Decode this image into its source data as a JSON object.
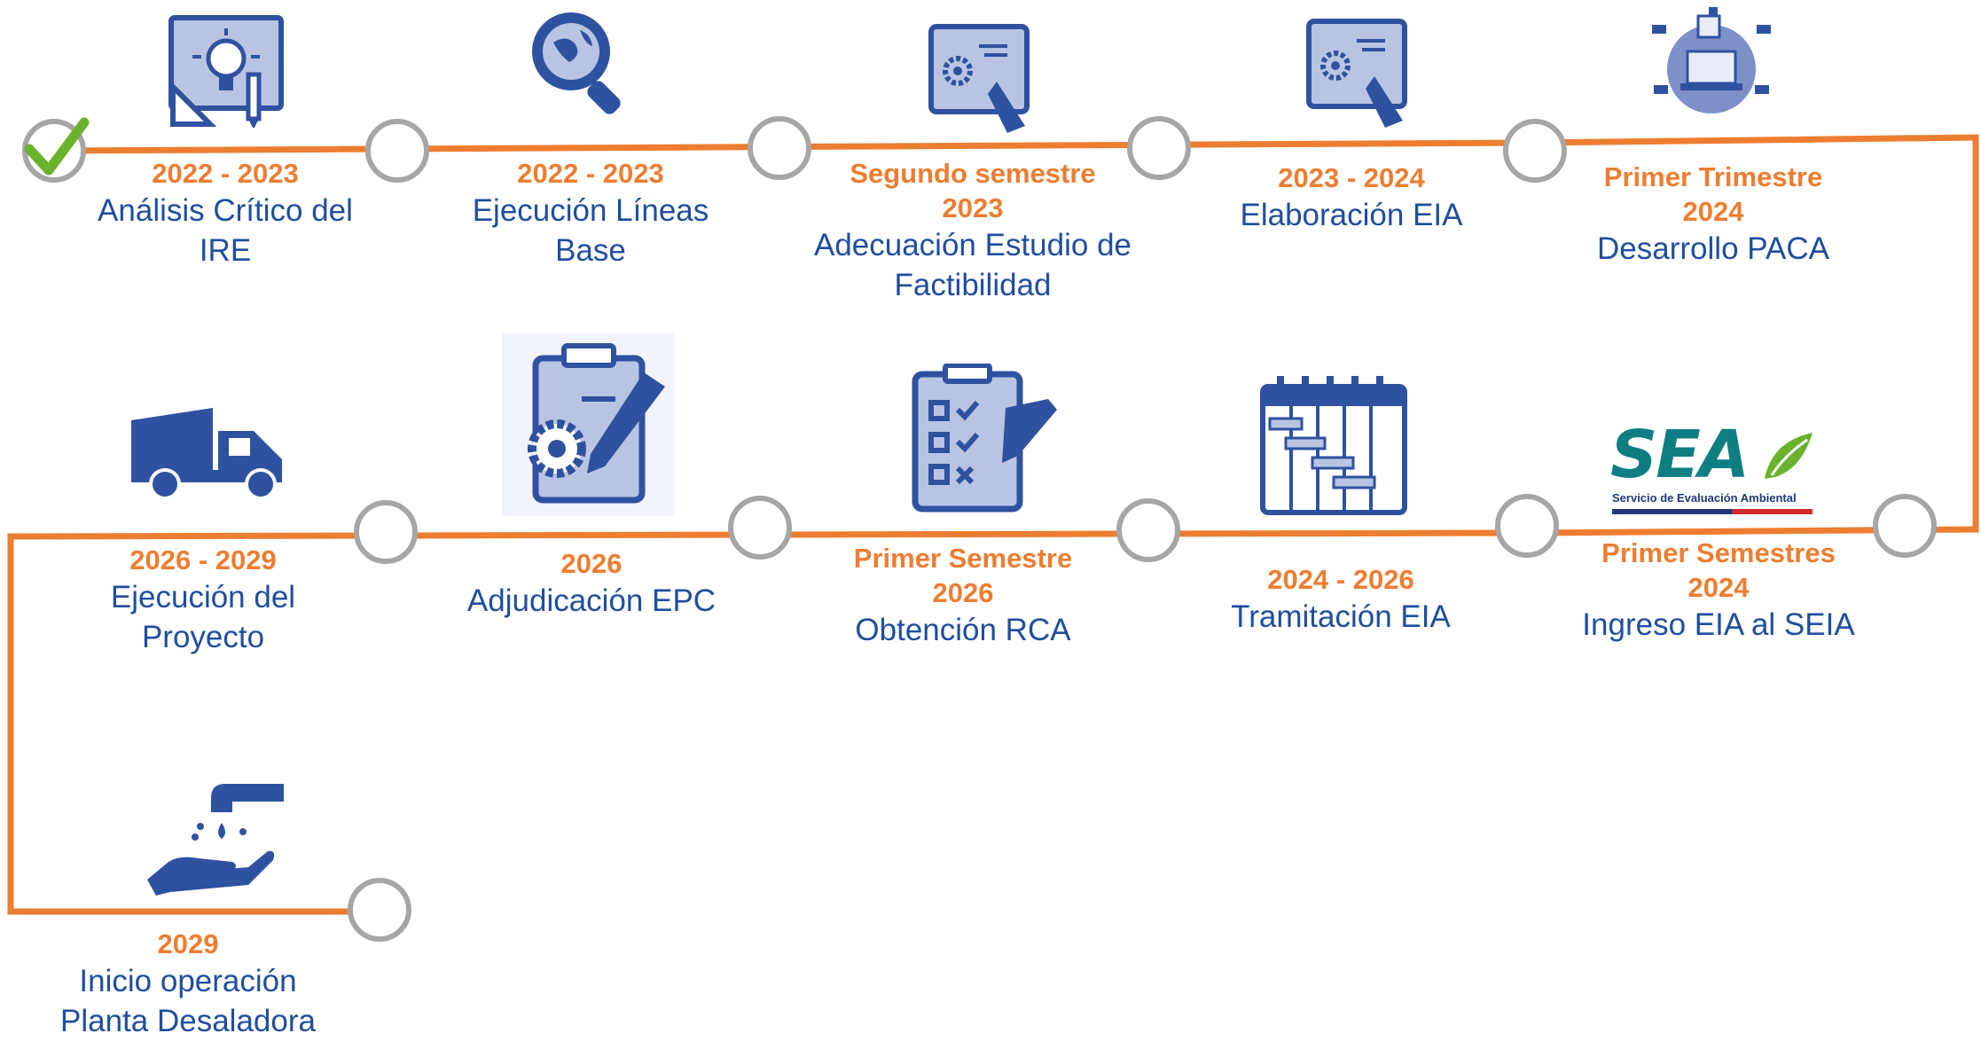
{
  "colors": {
    "line": "#ED7D31",
    "node": "#A6A6A6",
    "date": "#ED7D31",
    "label": "#1F4E9F",
    "icon": "#2F52A0",
    "check": "#6BB32E"
  },
  "milestones": [
    {
      "date": "2022 - 2023",
      "label": "Análisis Crítico del\nIRE",
      "icon": "blueprint-idea-icon",
      "done": true
    },
    {
      "date": "2022 - 2023",
      "label": "Ejecución Líneas\nBase",
      "icon": "magnifier-globe-icon"
    },
    {
      "date": "Segundo semestre\n2023",
      "label": "Adecuación Estudio de\nFactibilidad",
      "icon": "blueprint-drafting-icon"
    },
    {
      "date": "2023 - 2024",
      "label": "Elaboración EIA",
      "icon": "blueprint-drafting-icon"
    },
    {
      "date": "Primer Trimestre\n2024",
      "label": "Desarrollo PACA",
      "icon": "laptop-meeting-icon"
    },
    {
      "date": "Primer Semestres\n2024",
      "label": "Ingreso EIA al SEIA",
      "icon": "sea-logo-icon"
    },
    {
      "date": "2024 - 2026",
      "label": "Tramitación EIA",
      "icon": "gantt-calendar-icon"
    },
    {
      "date": "Primer Semestre\n2026",
      "label": "Obtención RCA",
      "icon": "checklist-clipboard-icon"
    },
    {
      "date": "2026",
      "label": "Adjudicación EPC",
      "icon": "clipboard-gear-icon"
    },
    {
      "date": "2026 - 2029",
      "label": "Ejecución del\nProyecto",
      "icon": "dump-truck-icon"
    },
    {
      "date": "2029",
      "label": "Inicio operación\nPlanta Desaladora",
      "icon": "water-tap-hand-icon"
    }
  ],
  "sea_logo": {
    "text": "SEA",
    "subtitle": "Servicio de Evaluación Ambiental"
  }
}
